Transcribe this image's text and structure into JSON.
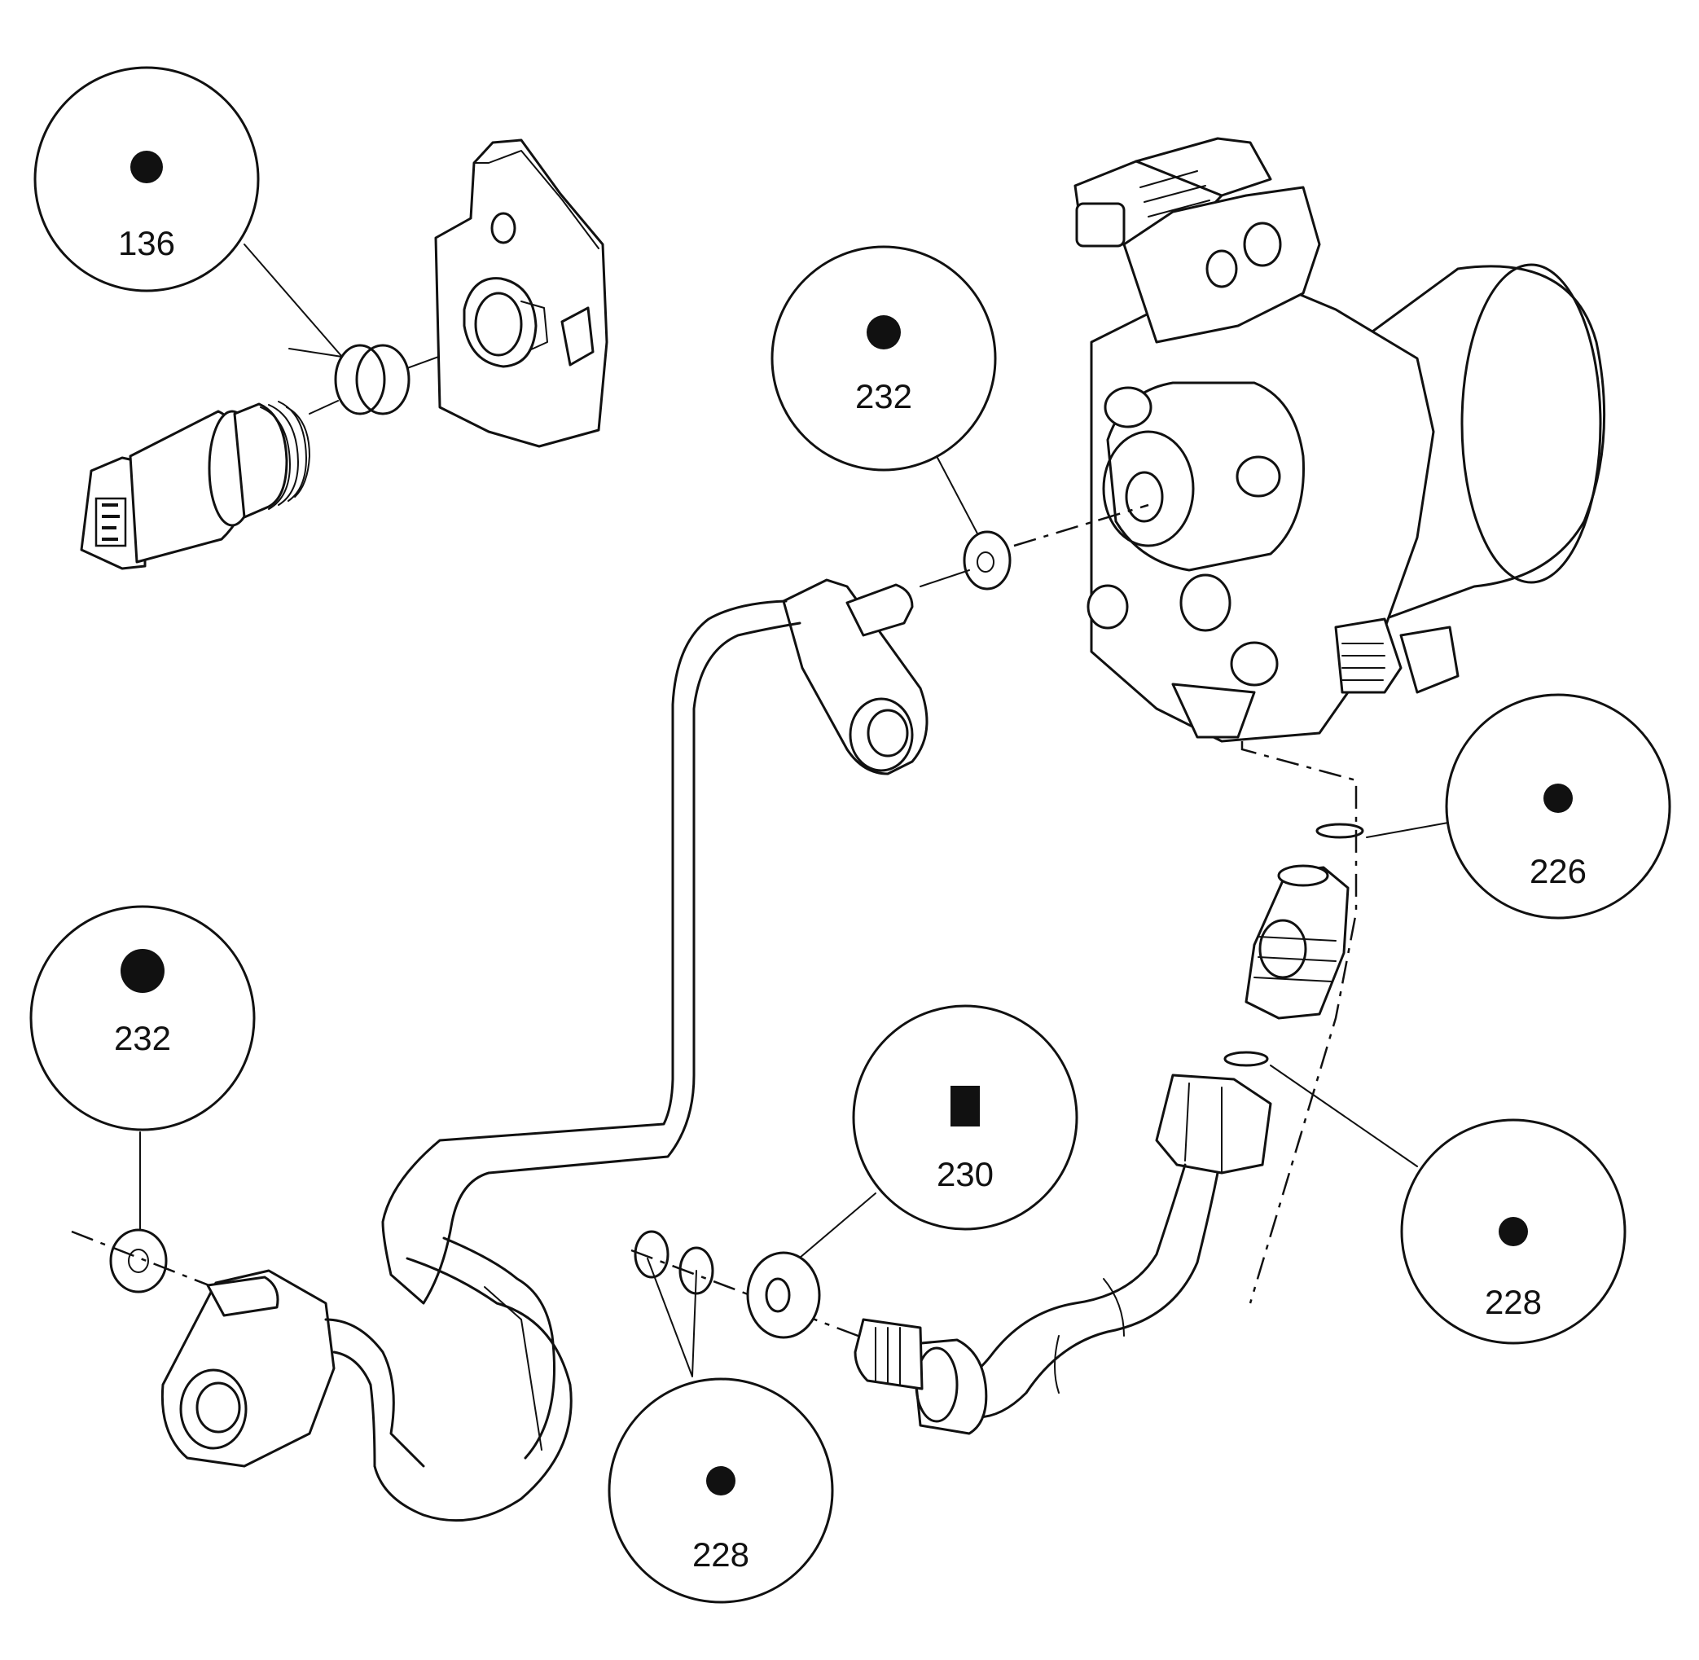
{
  "callouts": [
    {
      "id": "c136",
      "label": "136",
      "symbol": "dot"
    },
    {
      "id": "c232a",
      "label": "232",
      "symbol": "dot"
    },
    {
      "id": "c226",
      "label": "226",
      "symbol": "dot"
    },
    {
      "id": "c232b",
      "label": "232",
      "symbol": "dot"
    },
    {
      "id": "c230",
      "label": "230",
      "symbol": "square"
    },
    {
      "id": "c228a",
      "label": "228",
      "symbol": "dot"
    },
    {
      "id": "c228b",
      "label": "228",
      "symbol": "dot"
    }
  ],
  "colors": {
    "line": "#111111",
    "background": "#ffffff"
  }
}
